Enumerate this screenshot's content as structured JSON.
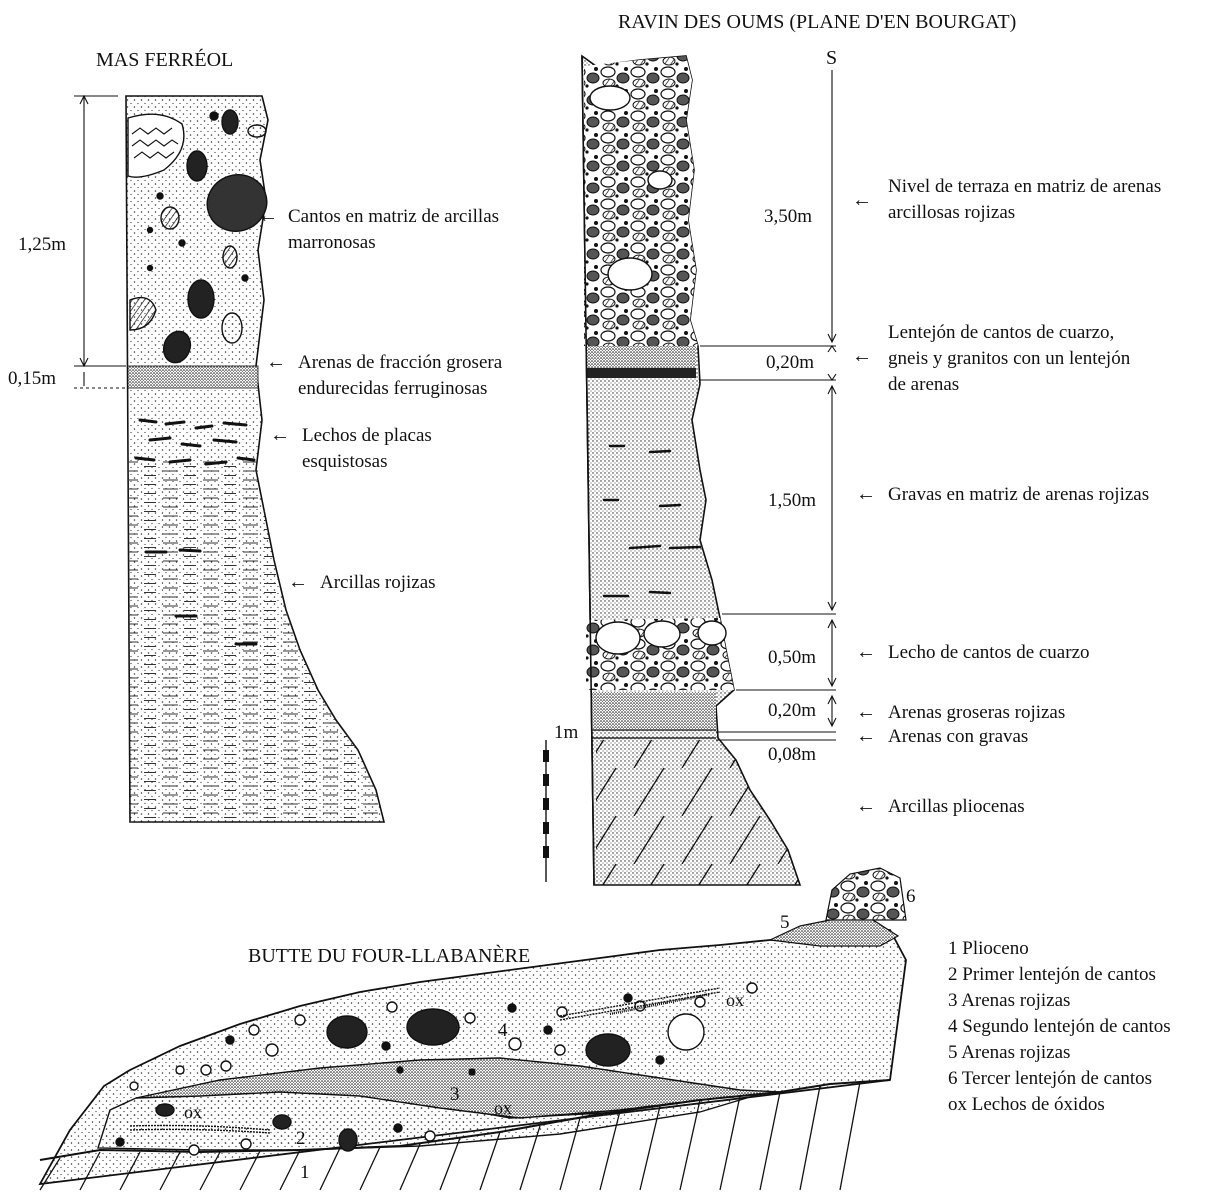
{
  "mas_ferreol": {
    "title": "MAS FERRÉOL",
    "dims": {
      "d1": "1,25m",
      "d2": "0,15m"
    },
    "labels": {
      "l1_a": "Cantos en matriz de arcillas",
      "l1_b": "marronosas",
      "l2_a": "Arenas de fracción grosera",
      "l2_b": "endurecidas ferruginosas",
      "l3_a": "Lechos de placas",
      "l3_b": "esquistosas",
      "l4": "Arcillas rojizas"
    }
  },
  "ravin": {
    "title": "RAVIN DES OUMS (PLANE D'EN BOURGAT)",
    "s_mark": "S",
    "scale": "1m",
    "dims": {
      "d1": "3,50m",
      "d2": "0,20m",
      "d3": "1,50m",
      "d4": "0,50m",
      "d5": "0,20m",
      "d6": "0,08m"
    },
    "labels": {
      "l1_a": "Nivel de terraza en matriz de arenas",
      "l1_b": "arcillosas rojizas",
      "l2_a": "Lentejón de cantos de cuarzo,",
      "l2_b": "gneis y granitos con un lentejón",
      "l2_c": "de arenas",
      "l3": "Gravas en matriz de arenas rojizas",
      "l4": "Lecho de cantos de cuarzo",
      "l5": "Arenas groseras rojizas",
      "l6": "Arenas con gravas",
      "l7": "Arcillas pliocenas"
    }
  },
  "butte": {
    "title": "BUTTE DU FOUR-LLABANÈRE",
    "marks": {
      "n1": "1",
      "n2": "2",
      "n3": "3",
      "n4": "4",
      "n5": "5",
      "n6": "6",
      "ox1": "ox",
      "ox2": "ox",
      "ox3": "ox"
    },
    "legend": [
      "1 Plioceno",
      "2 Primer lentejón de cantos",
      "3 Arenas rojizas",
      "4 Segundo lentejón de cantos",
      "5 Arenas rojizas",
      "6 Tercer lentejón de cantos",
      "ox Lechos de óxidos"
    ]
  },
  "arrow_glyph": "←"
}
